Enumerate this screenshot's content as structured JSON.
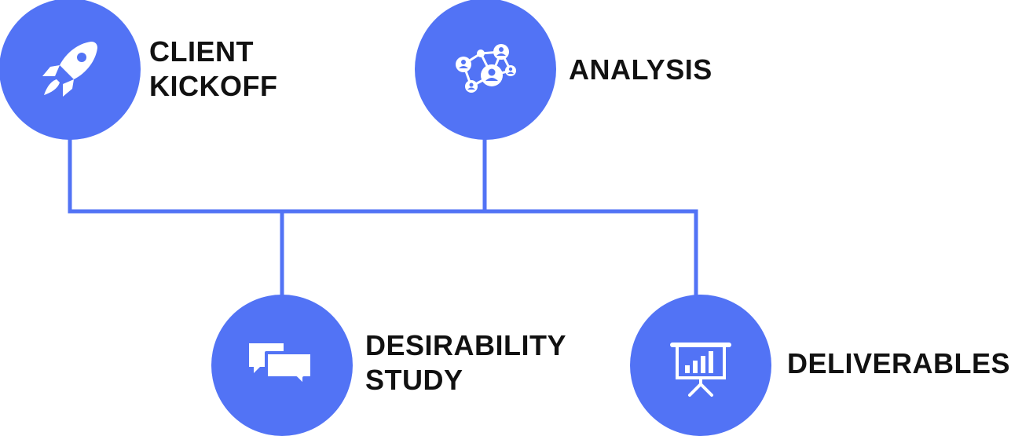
{
  "colors": {
    "accent": "#5273f5",
    "text": "#111111",
    "icon": "#ffffff"
  },
  "steps": [
    {
      "id": "client-kickoff",
      "lines": [
        "CLIENT",
        "KICKOFF"
      ],
      "icon": "rocket-icon"
    },
    {
      "id": "analysis",
      "lines": [
        "ANALYSIS"
      ],
      "icon": "network-people-icon"
    },
    {
      "id": "desirability-study",
      "lines": [
        "DESIRABILITY",
        "STUDY"
      ],
      "icon": "chat-bubbles-icon"
    },
    {
      "id": "deliverables",
      "lines": [
        "DELIVERABLES"
      ],
      "icon": "presentation-chart-icon"
    }
  ]
}
